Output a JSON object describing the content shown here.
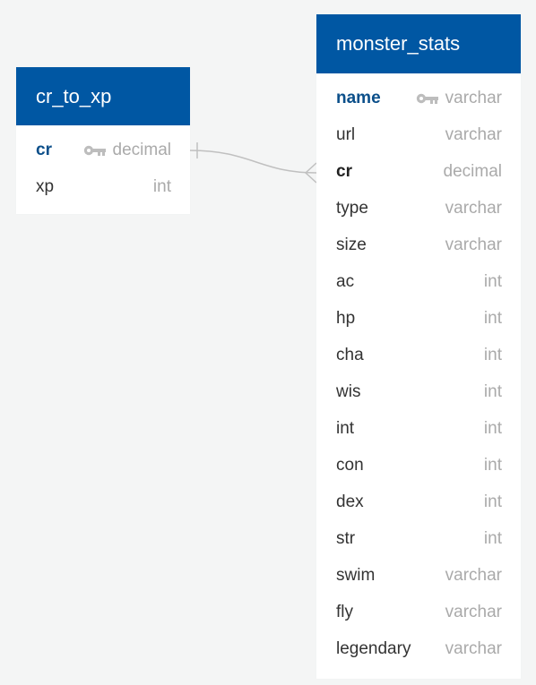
{
  "tables": [
    {
      "name": "cr_to_xp",
      "fields": [
        {
          "name": "cr",
          "type": "decimal",
          "primary_key": true
        },
        {
          "name": "xp",
          "type": "int",
          "primary_key": false
        }
      ]
    },
    {
      "name": "monster_stats",
      "fields": [
        {
          "name": "name",
          "type": "varchar",
          "primary_key": true
        },
        {
          "name": "url",
          "type": "varchar",
          "primary_key": false
        },
        {
          "name": "cr",
          "type": "decimal",
          "primary_key": false,
          "foreign_key": true
        },
        {
          "name": "type",
          "type": "varchar",
          "primary_key": false
        },
        {
          "name": "size",
          "type": "varchar",
          "primary_key": false
        },
        {
          "name": "ac",
          "type": "int",
          "primary_key": false
        },
        {
          "name": "hp",
          "type": "int",
          "primary_key": false
        },
        {
          "name": "cha",
          "type": "int",
          "primary_key": false
        },
        {
          "name": "wis",
          "type": "int",
          "primary_key": false
        },
        {
          "name": "int",
          "type": "int",
          "primary_key": false
        },
        {
          "name": "con",
          "type": "int",
          "primary_key": false
        },
        {
          "name": "dex",
          "type": "int",
          "primary_key": false
        },
        {
          "name": "str",
          "type": "int",
          "primary_key": false
        },
        {
          "name": "swim",
          "type": "varchar",
          "primary_key": false
        },
        {
          "name": "fly",
          "type": "varchar",
          "primary_key": false
        },
        {
          "name": "legendary",
          "type": "varchar",
          "primary_key": false
        }
      ]
    }
  ],
  "relationships": [
    {
      "from": "cr_to_xp.cr",
      "to": "monster_stats.cr",
      "from_cardinality": "one",
      "to_cardinality": "many"
    }
  ],
  "colors": {
    "header": "#0057a3",
    "background": "#f4f5f5",
    "primary_key_text": "#0b4f8a",
    "type_text": "#aaaaaa",
    "connector": "#c0c0c0",
    "key_icon": "#bdbdbd"
  },
  "icons": {
    "primary_key": "key-icon"
  }
}
